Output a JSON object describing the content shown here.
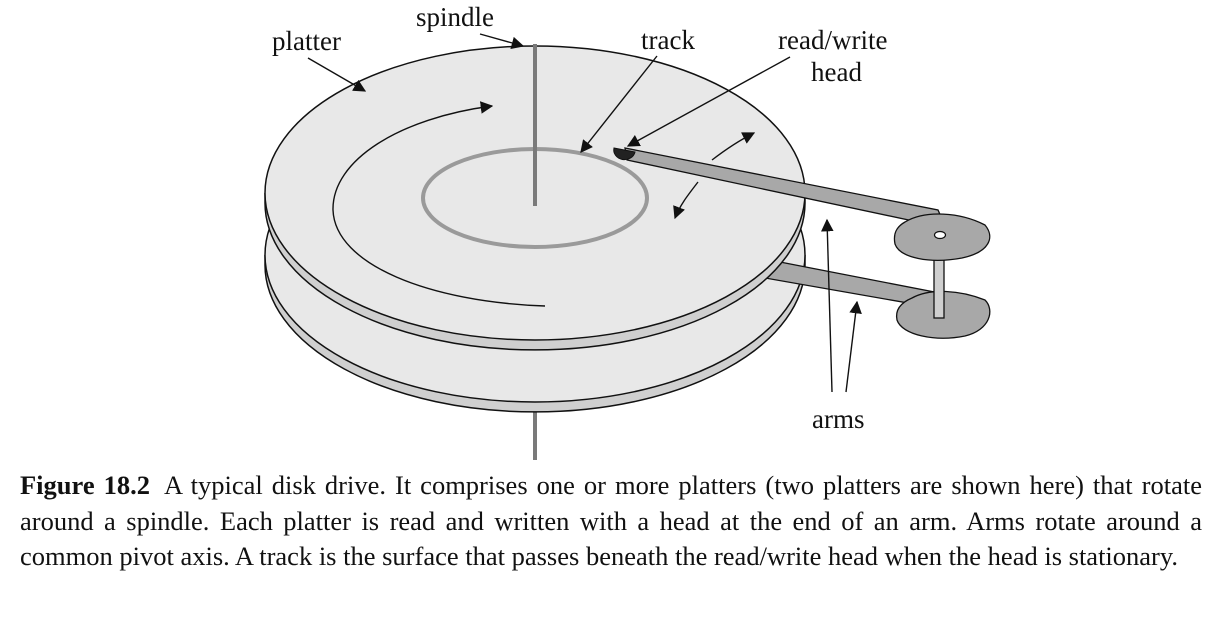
{
  "figure": {
    "labels": {
      "spindle": "spindle",
      "platter": "platter",
      "track": "track",
      "read_write_line1": "read/write",
      "read_write_line2": "head",
      "arms": "arms"
    },
    "colors": {
      "platter_face": "#e8e8e8",
      "platter_edge": "#cfcfcf",
      "track": "#9a9a9a",
      "spindle": "#7a7a7a",
      "arm": "#a8a8a8",
      "outline": "#111111"
    }
  },
  "caption": {
    "number": "Figure 18.2",
    "text": "A typical disk drive. It comprises one or more platters (two platters are shown here) that rotate around a spindle. Each platter is read and written with a head at the end of an arm. Arms rotate around a common pivot axis. A track is the surface that passes beneath the read/write head when the head is stationary."
  }
}
